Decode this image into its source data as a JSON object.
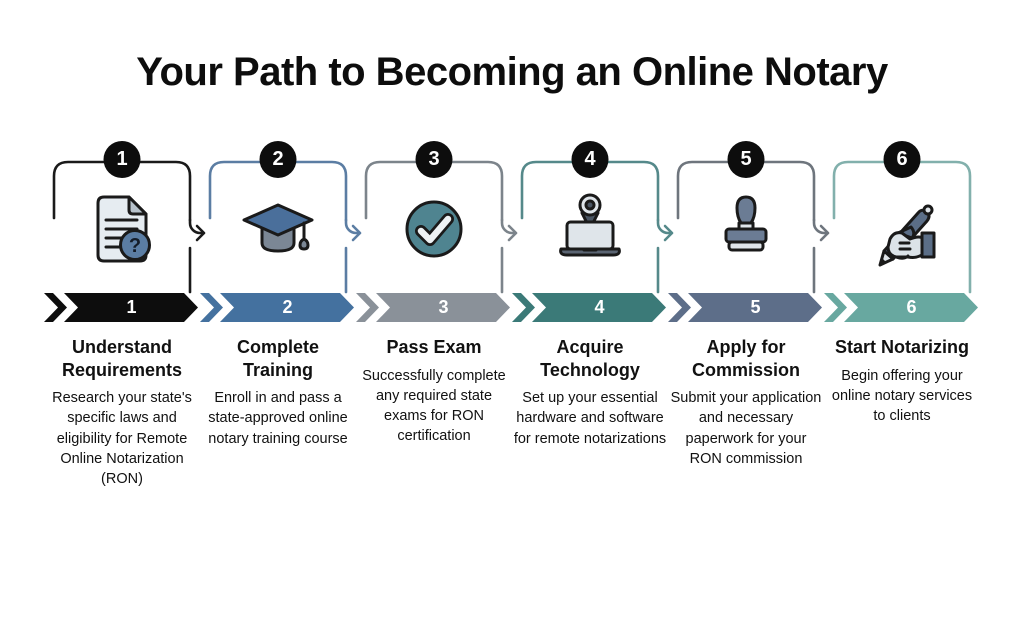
{
  "title": "Your Path to Becoming an Online Notary",
  "badge": {
    "bg": "#0d0d0d",
    "text_color": "#ffffff"
  },
  "steps": [
    {
      "number": "1",
      "title": "Understand Requirements",
      "description": "Research your state's specific laws and eligibility for Remote Online Notarization (RON)",
      "icon": "document-question-icon",
      "banner_color": "#0d0d0d",
      "bracket_color": "#1a1a1a"
    },
    {
      "number": "2",
      "title": "Complete Training",
      "description": "Enroll in and pass a state-approved online notary training course",
      "icon": "graduation-cap-icon",
      "banner_color": "#44719f",
      "bracket_color": "#5b7da3"
    },
    {
      "number": "3",
      "title": "Pass Exam",
      "description": "Successfully complete any required state exams for RON certification",
      "icon": "check-circle-icon",
      "banner_color": "#8a9199",
      "bracket_color": "#7c848b"
    },
    {
      "number": "4",
      "title": "Acquire Technology",
      "description": "Set up your essential hardware and software for remote notarizations",
      "icon": "webcam-laptop-icon",
      "banner_color": "#3b7a78",
      "bracket_color": "#55898a"
    },
    {
      "number": "5",
      "title": "Apply for Commission",
      "description": "Submit your application and necessary paperwork for your RON commission",
      "icon": "stamp-icon",
      "banner_color": "#5d6e89",
      "bracket_color": "#6e757d"
    },
    {
      "number": "6",
      "title": "Start Notarizing",
      "description": "Begin offering your online notary services to clients",
      "icon": "writing-hand-icon",
      "banner_color": "#68a8a0",
      "bracket_color": "#82b0ac"
    }
  ]
}
